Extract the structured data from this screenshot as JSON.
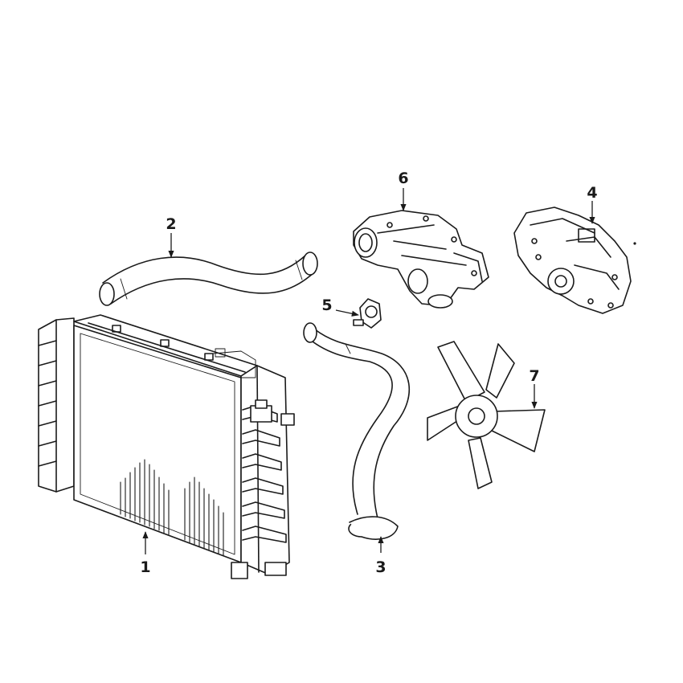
{
  "diagram": {
    "callouts": [
      {
        "id": "1",
        "label": "1"
      },
      {
        "id": "2",
        "label": "2"
      },
      {
        "id": "3",
        "label": "3"
      },
      {
        "id": "4",
        "label": "4"
      },
      {
        "id": "5",
        "label": "5"
      },
      {
        "id": "6",
        "label": "6"
      },
      {
        "id": "7",
        "label": "7"
      }
    ],
    "hub_mark": "",
    "colors": {
      "ink": "#1a1a1a",
      "paper": "#ffffff"
    }
  }
}
